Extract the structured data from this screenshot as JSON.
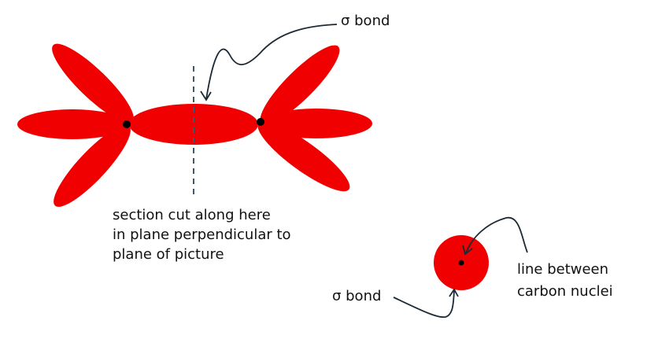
{
  "colors": {
    "orbital": "#f00000",
    "nucleus": "#000000",
    "arrow": "#1c2a35",
    "cut_line": "#3c5a66"
  },
  "labels": {
    "top_sigma": "σ bond",
    "section_lines": [
      "section cut along here",
      "in plane perpendicular to",
      "plane of picture"
    ],
    "cross_sigma": "σ bond",
    "nuclei_lines": [
      "line between",
      "carbon nuclei"
    ]
  }
}
